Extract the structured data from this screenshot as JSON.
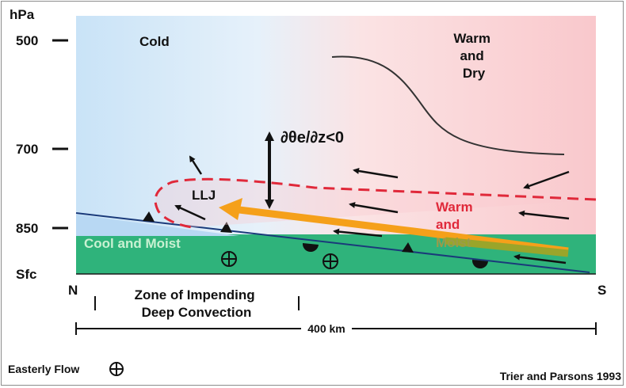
{
  "axis": {
    "unit": "hPa",
    "ticks": [
      "500",
      "700",
      "850",
      "Sfc"
    ],
    "left_end": "N",
    "right_end": "S"
  },
  "regions": {
    "cold": "Cold",
    "warm_dry": [
      "Warm",
      "and",
      "Dry"
    ],
    "cool_moist": "Cool and Moist",
    "warm_moist": [
      "Warm",
      "and",
      "Moist"
    ],
    "llj": "LLJ",
    "stability": "∂θe/∂z<0"
  },
  "zone": [
    "Zone of Impending",
    "Deep Convection"
  ],
  "scale": "400 km",
  "legend": {
    "label": "Easterly Flow"
  },
  "credit": "Trier and Parsons 1993",
  "colors": {
    "cold_air": "#cfe6f7",
    "warm_air": "#f9c9cd",
    "cool_moist_layer": "#2fb37b",
    "llj_arrow": "#f5a01a",
    "warm_moist_boundary": "#e0293a"
  }
}
